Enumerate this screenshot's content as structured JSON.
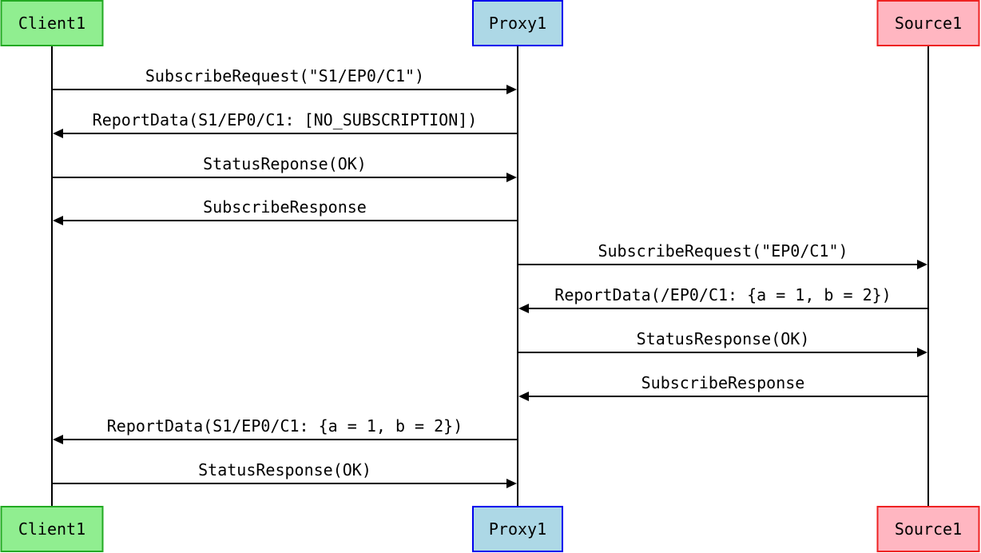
{
  "participants": [
    {
      "id": "client1",
      "label": "Client1",
      "fill": "#90ee90",
      "stroke": "#22aa22"
    },
    {
      "id": "proxy1",
      "label": "Proxy1",
      "fill": "#add8e6",
      "stroke": "#0000ee"
    },
    {
      "id": "source1",
      "label": "Source1",
      "fill": "#ffb6c1",
      "stroke": "#ee2222"
    }
  ],
  "messages": [
    {
      "from": "client1",
      "to": "proxy1",
      "label": "SubscribeRequest(\"S1/EP0/C1\")"
    },
    {
      "from": "proxy1",
      "to": "client1",
      "label": "ReportData(S1/EP0/C1: [NO_SUBSCRIPTION])"
    },
    {
      "from": "client1",
      "to": "proxy1",
      "label": "StatusReponse(OK)"
    },
    {
      "from": "proxy1",
      "to": "client1",
      "label": "SubscribeResponse"
    },
    {
      "from": "proxy1",
      "to": "source1",
      "label": "SubscribeRequest(\"EP0/C1\")"
    },
    {
      "from": "source1",
      "to": "proxy1",
      "label": "ReportData(/EP0/C1: {a = 1, b = 2})"
    },
    {
      "from": "proxy1",
      "to": "source1",
      "label": "StatusResponse(OK)"
    },
    {
      "from": "source1",
      "to": "proxy1",
      "label": "SubscribeResponse"
    },
    {
      "from": "proxy1",
      "to": "client1",
      "label": "ReportData(S1/EP0/C1: {a = 1, b = 2})"
    },
    {
      "from": "client1",
      "to": "proxy1",
      "label": "StatusResponse(OK)"
    }
  ]
}
